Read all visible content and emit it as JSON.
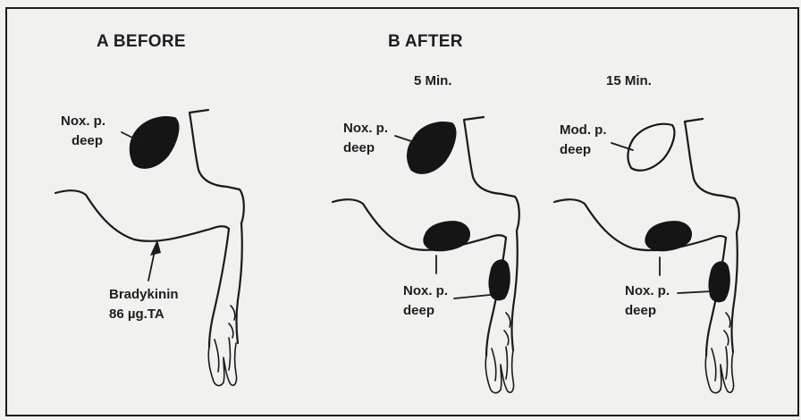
{
  "panels": {
    "before": {
      "heading": "A BEFORE",
      "top_label": [
        "Nox. p.",
        "deep"
      ],
      "injection_label": [
        "Bradykinin",
        "86 µg.TA"
      ]
    },
    "after": {
      "heading": "B AFTER",
      "time_5": {
        "title": "5 Min.",
        "top_label": [
          "Nox. p.",
          "deep"
        ],
        "bottom_label": [
          "Nox. p.",
          "deep"
        ]
      },
      "time_15": {
        "title": "15 Min.",
        "top_label": [
          "Mod. p.",
          "deep"
        ],
        "bottom_label": [
          "Nox. p.",
          "deep"
        ]
      }
    }
  },
  "colors": {
    "background": "#f1f1ef",
    "ink": "#1b1b1b",
    "pain_area_fill": "#151515"
  },
  "legend_meaning": {
    "filled_area": "Nox. p.",
    "open_area": "Mod. p."
  }
}
